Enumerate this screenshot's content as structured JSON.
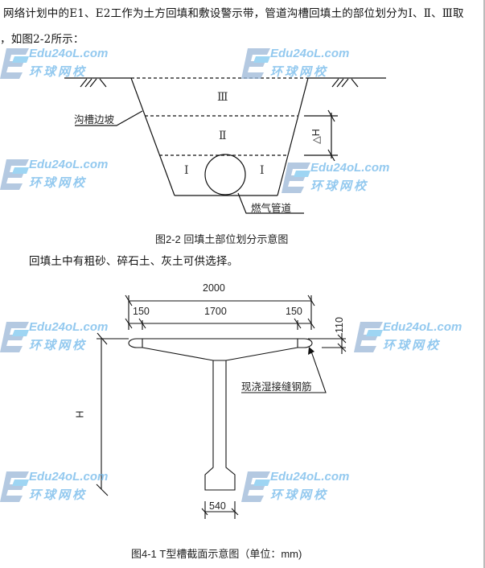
{
  "paragraph1": {
    "line1": "网络计划中的E1、E2工作为土方回填和敷设警示带，管道沟槽回填土的部位划分为Ⅰ、Ⅱ、Ⅲ取",
    "line2": "，如图2-2所示："
  },
  "figure_2_2": {
    "zone3": "Ⅲ",
    "zone2": "Ⅱ",
    "zone1_left": "Ⅰ",
    "zone1_right": "Ⅰ",
    "slope_label": "沟槽边坡",
    "pipe_label": "燃气管道",
    "dim_label": "△H",
    "caption": "图2-2  回填土部位划分示意图"
  },
  "paragraph2": "回填土中有粗砂、碎石土、灰土可供选择。",
  "figure_4_1": {
    "dim_total": "2000",
    "dim_left": "150",
    "dim_middle": "1700",
    "dim_right": "150",
    "dim_thickness": "110",
    "dim_height": "H",
    "dim_base": "540",
    "rebar_label": "现浇湿接缝钢筋",
    "caption": "图4-1  T型槽截面示意图（单位：mm)"
  },
  "watermark": {
    "line1": "Edu24oL.com",
    "line2": "环球网校"
  }
}
